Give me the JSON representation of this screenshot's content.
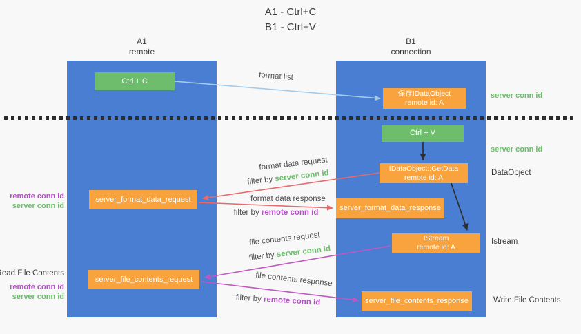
{
  "title": {
    "line1": "A1 - Ctrl+C",
    "line2": "B1 - Ctrl+V"
  },
  "columns": {
    "a1": {
      "name": "A1",
      "subtitle": "remote"
    },
    "b1": {
      "name": "B1",
      "subtitle": "connection"
    }
  },
  "nodes": {
    "ctrl_c": {
      "label": "Ctrl + C"
    },
    "save_dataobject": {
      "line1": "保存IDataObject",
      "line2": "remote id: A"
    },
    "ctrl_v": {
      "label": "Ctrl + V"
    },
    "getdata": {
      "line1": "IDataObject::GetData",
      "line2": "remote id: A"
    },
    "format_request": {
      "label": "server_format_data_request"
    },
    "format_response": {
      "label": "server_format_data_response"
    },
    "istream": {
      "line1": "IStream",
      "line2": "remote id: A"
    },
    "file_request": {
      "label": "server_file_contents_request"
    },
    "file_response": {
      "label": "server_file_contents_response"
    }
  },
  "arrow_labels": {
    "format_list": "format list",
    "format_data_request": "format data request",
    "format_data_response": "format data response",
    "file_contents_request": "file contents request",
    "file_contents_response": "file contents response",
    "filter_by": "filter by",
    "server_conn_id": "server conn id",
    "remote_conn_id": "remote conn id"
  },
  "annotations": {
    "right_server_conn_id_top": "server conn id",
    "right_server_conn_id_mid": "server conn id",
    "dataobject": "DataObject",
    "istream": "Istream",
    "write_file_contents": "Write File Contents",
    "left_remote_conn_id_top": "remote conn id",
    "left_server_conn_id_top": "server conn id",
    "read_file_contents": "Read File Contents",
    "left_remote_conn_id_bottom": "remote conn id",
    "left_server_conn_id_bottom": "server conn id"
  },
  "colors": {
    "column_blue": "#4a7ed3",
    "box_green": "#6dbd6d",
    "box_orange": "#f8a33d",
    "conn_id_green": "#6abf69",
    "conn_id_purple": "#b44fc8",
    "arrow_red": "#e8696b",
    "arrow_magenta": "#c257c2",
    "arrow_light_blue": "#a3cbec",
    "arrow_black": "#2d2d2d"
  }
}
